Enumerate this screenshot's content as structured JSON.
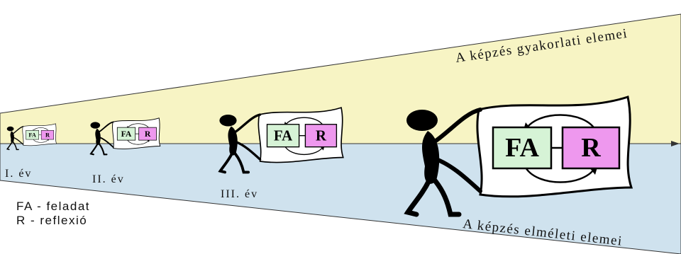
{
  "diagram": {
    "top_label": "A képzés gyakorlati elemei",
    "bottom_label": "A képzés elméleti elemei",
    "box_fa": "FA",
    "box_r": "R",
    "stages": [
      {
        "label": "I. év"
      },
      {
        "label": "II. év"
      },
      {
        "label": "III. év"
      },
      {
        "label": ""
      }
    ],
    "legend": [
      {
        "text": "FA - feladat"
      },
      {
        "text": "R - reflexió"
      }
    ],
    "colors": {
      "practice_band": "#f7f4c4",
      "theory_band": "#cfe2ee",
      "fa_box": "#d6f3d6",
      "r_box": "#ee98ee",
      "figure": "#000000"
    }
  }
}
